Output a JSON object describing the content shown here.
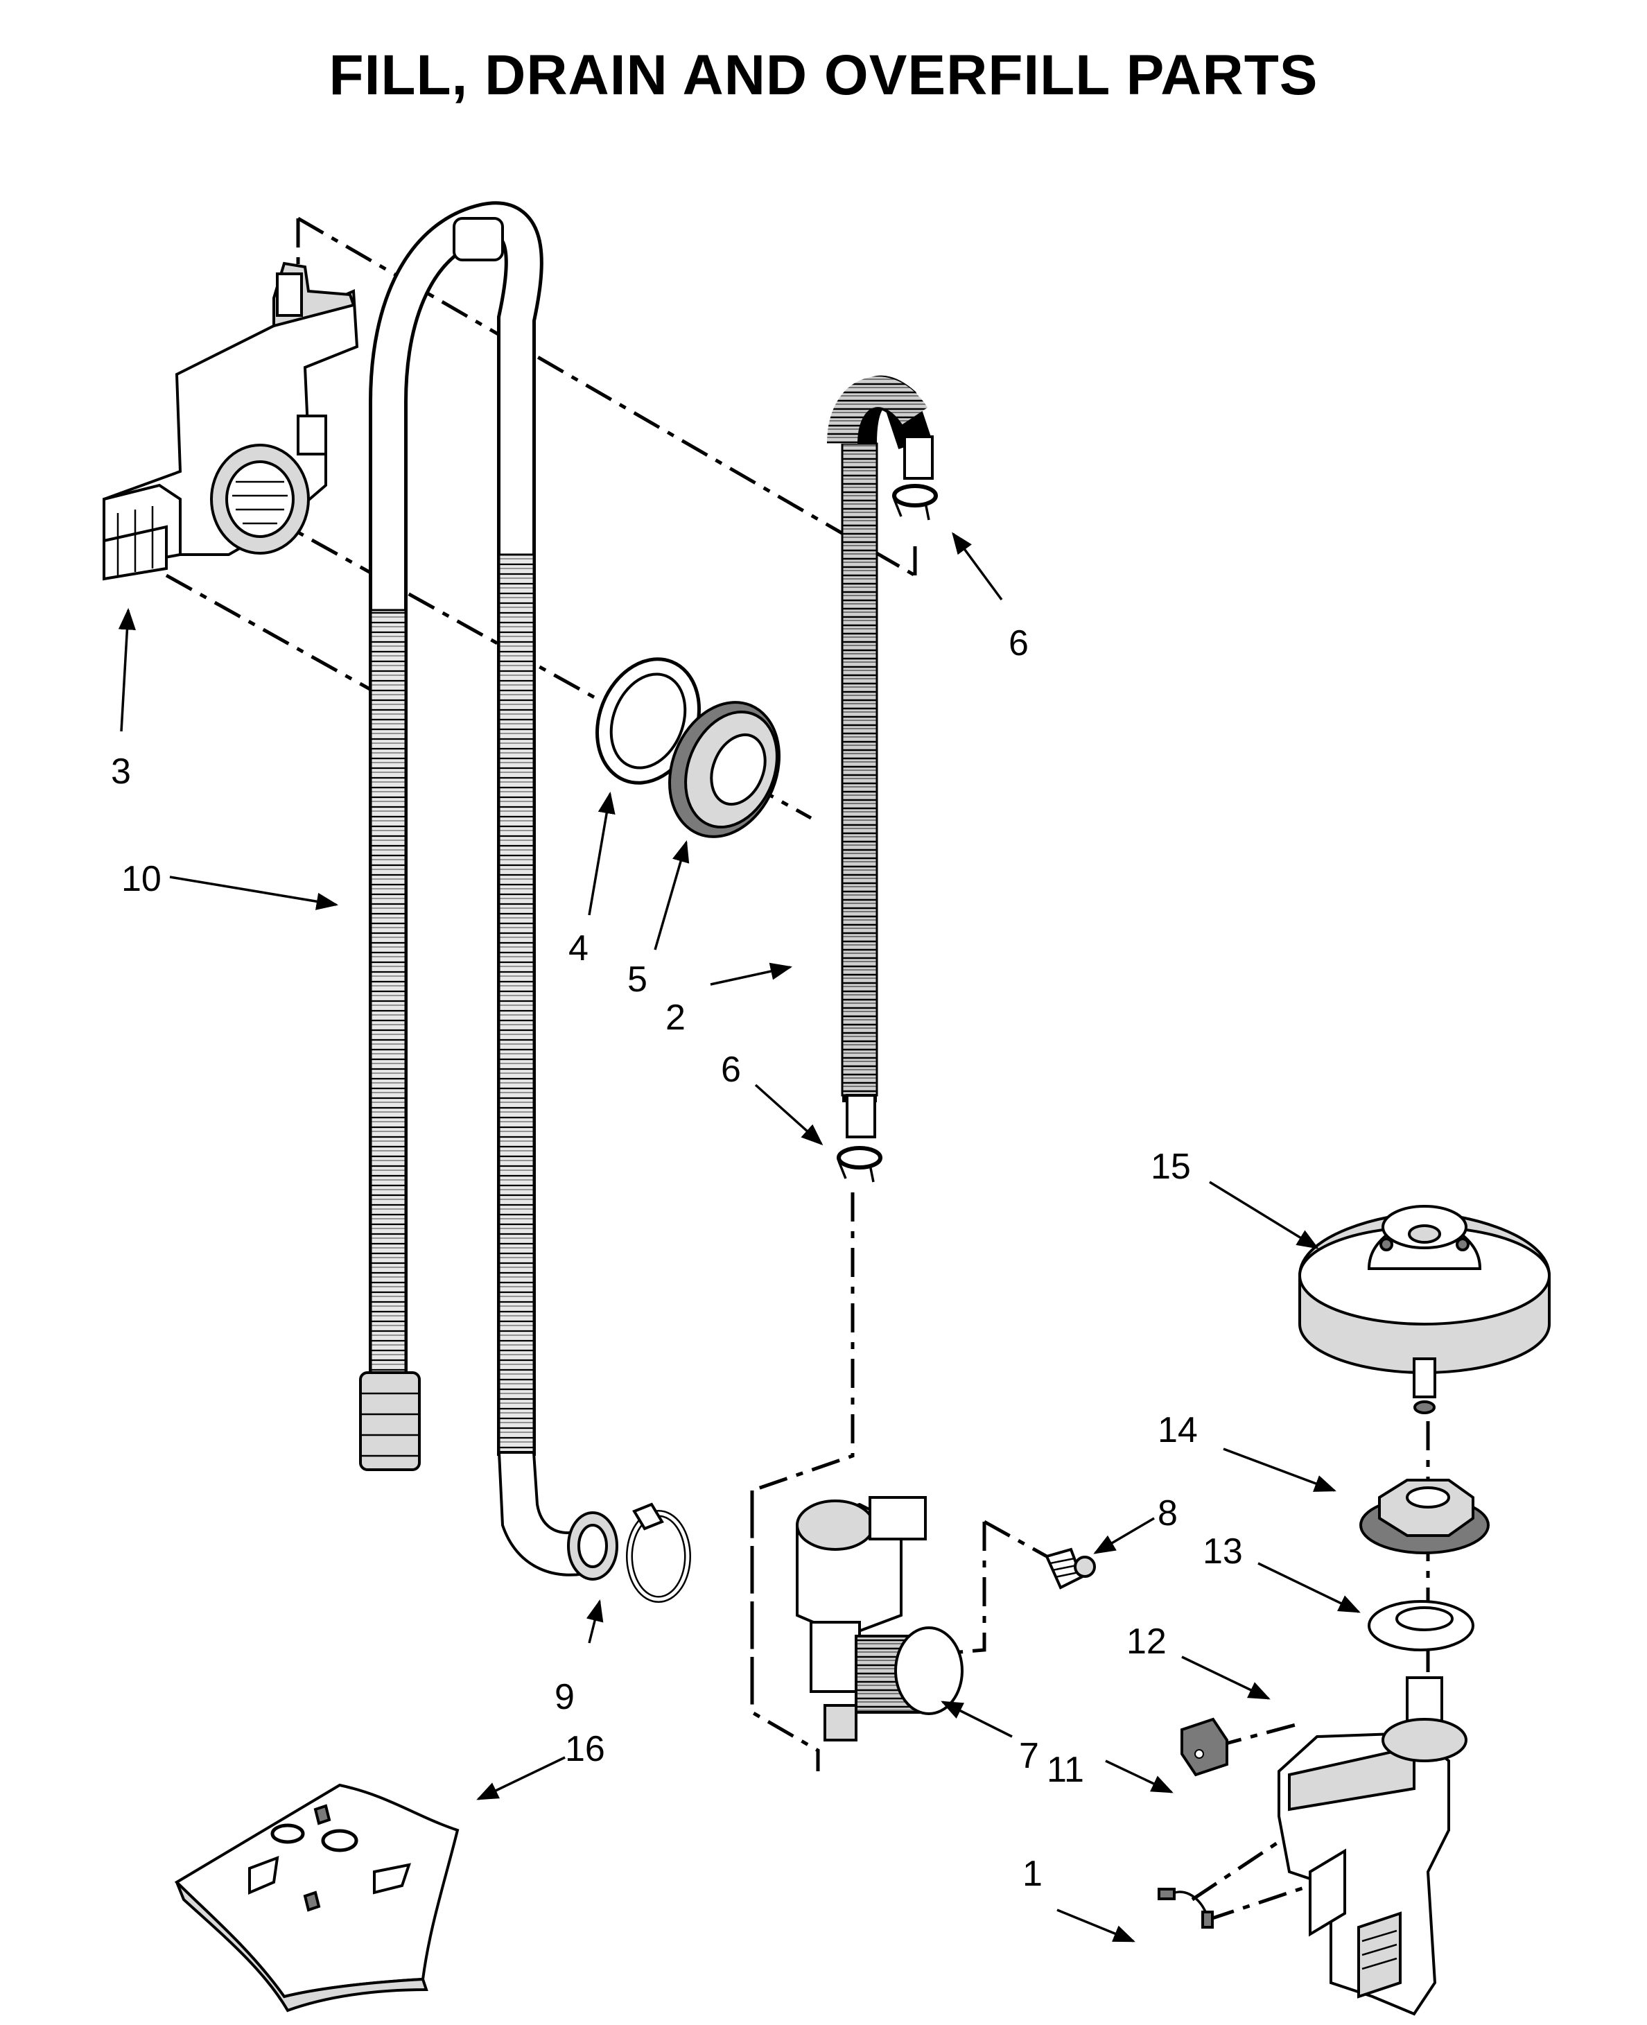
{
  "title": "FILL, DRAIN AND OVERFILL PARTS",
  "callouts": [
    {
      "id": "c1",
      "label": "1"
    },
    {
      "id": "c2",
      "label": "2"
    },
    {
      "id": "c3",
      "label": "3"
    },
    {
      "id": "c4",
      "label": "4"
    },
    {
      "id": "c5",
      "label": "5"
    },
    {
      "id": "c6a",
      "label": "6"
    },
    {
      "id": "c6b",
      "label": "6"
    },
    {
      "id": "c7",
      "label": "7"
    },
    {
      "id": "c8",
      "label": "8"
    },
    {
      "id": "c9",
      "label": "9"
    },
    {
      "id": "c10",
      "label": "10"
    },
    {
      "id": "c11",
      "label": "11"
    },
    {
      "id": "c12",
      "label": "12"
    },
    {
      "id": "c13",
      "label": "13"
    },
    {
      "id": "c14",
      "label": "14"
    },
    {
      "id": "c15",
      "label": "15"
    },
    {
      "id": "c16",
      "label": "16"
    }
  ]
}
